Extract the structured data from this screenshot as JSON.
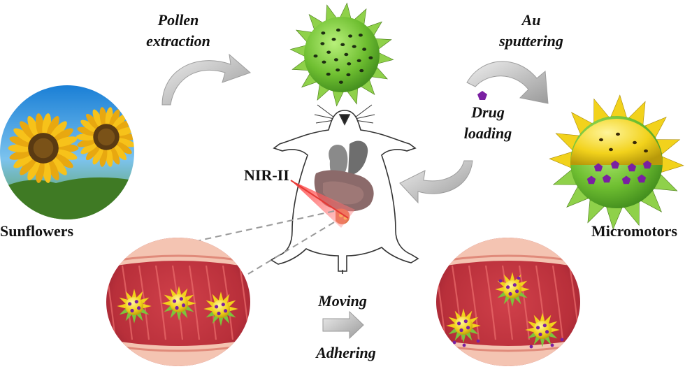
{
  "labels": {
    "pollen_line1": "Pollen",
    "pollen_line2": "extraction",
    "au_line1": "Au",
    "au_line2": "sputtering",
    "drug_line1": "Drug",
    "drug_line2": "loading",
    "sunflowers": "Sunflowers",
    "micromotors": "Micromotors",
    "nir": "NIR-II",
    "moving": "Moving",
    "adhering": "Adhering"
  },
  "icons": [
    "sunflower-photo",
    "pollen-grain",
    "au-coated-micromotor",
    "mouse-outline",
    "intestine-section-left",
    "intestine-section-right",
    "curved-arrow-icon",
    "right-arrow-icon",
    "laser-beam"
  ],
  "colors": {
    "pollen_green": "#7cc43c",
    "gold": "#f2d21c",
    "drug_purple": "#7a1fa2",
    "arrow_gray": "#b4b4b4",
    "laser_red": "#e53935",
    "tissue_pink": "#f2b3a4",
    "tissue_dark": "#b83c3c"
  }
}
